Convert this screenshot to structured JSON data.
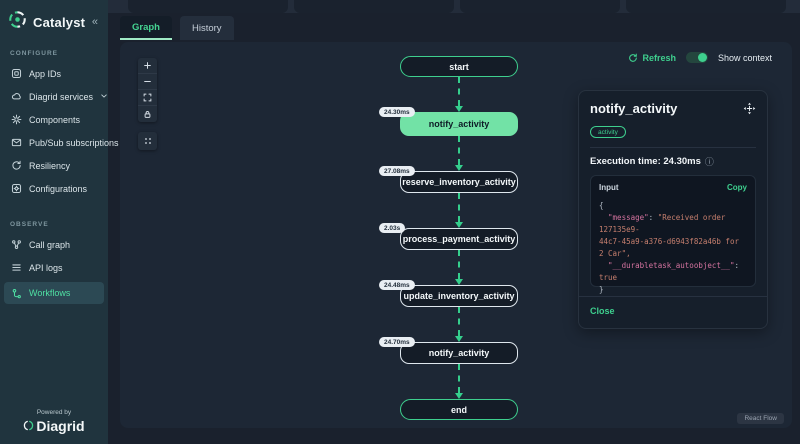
{
  "colors": {
    "accent_green": "#3ecf8e",
    "selected_node_fill": "#72e2a6",
    "edge_green": "#35cf8d",
    "json_key_pink": "#d4739f",
    "json_string_salmon": "#c67f6e",
    "sidebar_bg": "#20343e",
    "panel_bg": "#1d2735"
  },
  "sidebar": {
    "brand": "Catalyst",
    "collapse_glyph": "«",
    "sections": [
      {
        "label": "CONFIGURE",
        "items": [
          {
            "label": "App IDs",
            "icon": "app-ids"
          },
          {
            "label": "Diagrid services",
            "icon": "cloud",
            "chevron": true
          },
          {
            "label": "Components",
            "icon": "gear"
          },
          {
            "label": "Pub/Sub subscriptions",
            "icon": "mail"
          },
          {
            "label": "Resiliency",
            "icon": "refresh"
          },
          {
            "label": "Configurations",
            "icon": "settings-box"
          }
        ]
      },
      {
        "label": "OBSERVE",
        "items": [
          {
            "label": "Call graph",
            "icon": "call-graph"
          },
          {
            "label": "API logs",
            "icon": "list"
          },
          {
            "label": "Workflows",
            "icon": "workflow",
            "active": true
          }
        ]
      }
    ],
    "footer": {
      "powered_by": "Powered by",
      "brand": "Diagrid"
    }
  },
  "tabs": [
    {
      "label": "Graph",
      "active": true
    },
    {
      "label": "History",
      "active": false
    }
  ],
  "toolbar": {
    "refresh_label": "Refresh",
    "show_context_label": "Show context",
    "show_context_on": true
  },
  "controls": {
    "buttons": [
      "zoom-in",
      "zoom-out",
      "fit-view",
      "lock"
    ],
    "extra_button": "grid-dots"
  },
  "flow": {
    "nodes": [
      {
        "label": "start",
        "type": "terminal"
      },
      {
        "label": "notify_activity",
        "type": "activity",
        "selected": true,
        "edge_time": "24.30ms"
      },
      {
        "label": "reserve_inventory_activity",
        "type": "activity",
        "edge_time": "27.08ms"
      },
      {
        "label": "process_payment_activity",
        "type": "activity",
        "edge_time": "2.03s"
      },
      {
        "label": "update_inventory_activity",
        "type": "activity",
        "edge_time": "24.48ms"
      },
      {
        "label": "notify_activity",
        "type": "activity",
        "edge_time": "24.70ms"
      },
      {
        "label": "end",
        "type": "terminal"
      }
    ],
    "attribution": "React Flow"
  },
  "detail_panel": {
    "title": "notify_activity",
    "badge": "activity",
    "execution_time_label": "Execution time: 24.30ms",
    "info_glyph": "ⓘ",
    "input_label": "Input",
    "copy_label": "Copy",
    "close_label": "Close",
    "code_lines": [
      [
        {
          "t": "{",
          "c": "punc"
        }
      ],
      [
        {
          "t": "  ",
          "c": "punc"
        },
        {
          "t": "\"message\"",
          "c": "key"
        },
        {
          "t": ": ",
          "c": "punc"
        },
        {
          "t": "\"Received order 127135e9-",
          "c": "str"
        }
      ],
      [
        {
          "t": "44c7-45a9-a376-d6943f82a46b for 2 Car\",",
          "c": "str"
        }
      ],
      [
        {
          "t": "  ",
          "c": "punc"
        },
        {
          "t": "\"__durabletask_autoobject__\"",
          "c": "key"
        },
        {
          "t": ": ",
          "c": "punc"
        },
        {
          "t": "true",
          "c": "bool"
        }
      ],
      [
        {
          "t": "}",
          "c": "punc"
        }
      ]
    ]
  }
}
